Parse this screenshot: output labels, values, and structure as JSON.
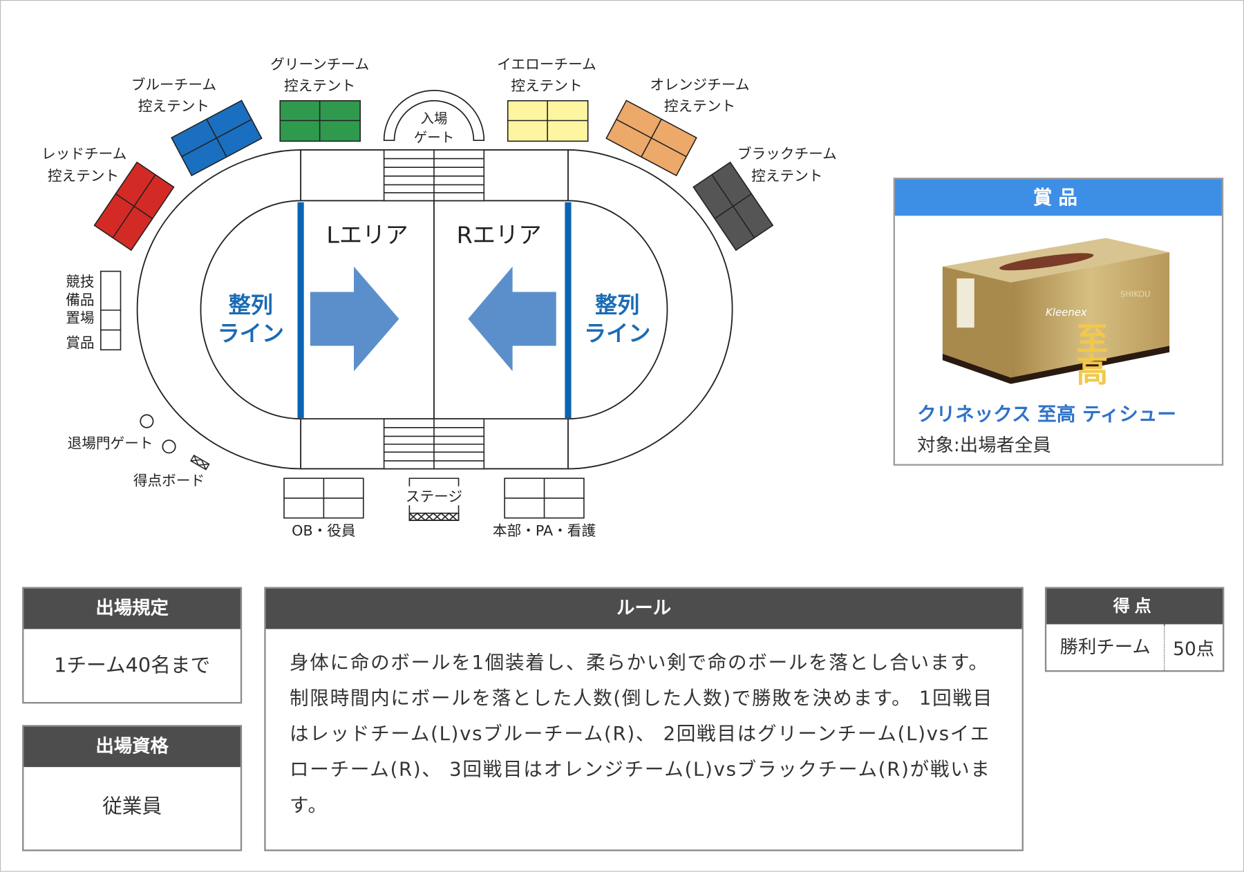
{
  "map": {
    "tents": {
      "red": "レッドチーム\n控えテント",
      "blue": "ブルーチーム\n控えテント",
      "green": "グリーンチーム\n控えテント",
      "yellow": "イエローチーム\n控えテント",
      "orange": "オレンジチーム\n控えテント",
      "black": "ブラックチーム\n控えテント"
    },
    "tent_labels": {
      "red": [
        "レッドチーム",
        "控えテント"
      ],
      "blue": [
        "ブルーチーム",
        "控えテント"
      ],
      "green": [
        "グリーンチーム",
        "控えテント"
      ],
      "yellow": [
        "イエローチーム",
        "控えテント"
      ],
      "orange": [
        "オレンジチーム",
        "控えテント"
      ],
      "black": [
        "ブラックチーム",
        "控えテント"
      ]
    },
    "entrance_gate": [
      "入場",
      "ゲート"
    ],
    "left_area": "Lエリア",
    "right_area": "Rエリア",
    "line_label": [
      "整列",
      "ライン"
    ],
    "equipment": [
      "競技",
      "備品",
      "置場"
    ],
    "prize_storage": "賞品",
    "exit_gate": "退場門ゲート",
    "score_board": "得点ボード",
    "ob": "OB・役員",
    "stage": "ステージ",
    "hq": "本部・PA・看護",
    "colors": {
      "red": "#d42a26",
      "blue": "#1a6fc0",
      "green": "#2f9a4e",
      "yellow": "#fdf5a0",
      "orange": "#eda96a",
      "black": "#555555",
      "line": "#0a64b4",
      "arrow": "#5b8fcb"
    }
  },
  "prize": {
    "header": "賞品",
    "name": "クリネックス 至高 ティシュー",
    "target": "対象:出場者全員",
    "product_text": [
      "Kleenex",
      "至高",
      "SHIKOU"
    ]
  },
  "rules_entry": {
    "header": "出場規定",
    "value": "1チーム40名まで"
  },
  "eligibility": {
    "header": "出場資格",
    "value": "従業員"
  },
  "rules": {
    "header": "ルール",
    "text": "身体に命のボールを1個装着し、柔らかい剣で命のボールを落とし合います。 制限時間内にボールを落とした人数(倒した人数)で勝敗を決めます。 1回戦目はレッドチーム(L)vsブルーチーム(R)、 2回戦目はグリーンチーム(L)vsイエローチーム(R)、 3回戦目はオレンジチーム(L)vsブラックチーム(R)が戦います。"
  },
  "score": {
    "header": "得点",
    "label": "勝利チーム",
    "value": "50点"
  }
}
